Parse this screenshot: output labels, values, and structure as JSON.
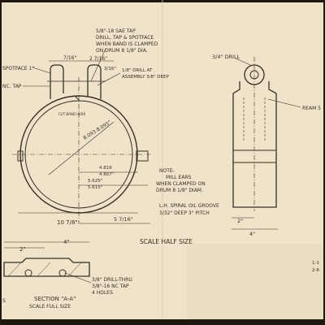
{
  "colors": {
    "paper": "#efe4c9",
    "ink": "#3b2e22",
    "border": "#20180f",
    "stain": "#e6d7b4"
  },
  "notes": {
    "tap_top_1": "5/8\"-18 SAE TAP",
    "tap_top_2": "DRILL, TAP & SPOTFACE",
    "tap_top_3": "WHEN BAND IS CLAMPED",
    "tap_top_4": "ON DRUM 8 1/8\" DIA.",
    "drill_right": "3/4\" DRILL",
    "spotface": "SPOTFACE 1\"",
    "ream": "REAM 5",
    "tap_left": "NC. TAP",
    "drill_assembly_1": "1/8\" DRILL AT",
    "drill_assembly_2": "ASSEMBLY 3/8\" DEEP",
    "cut_band": "CUT BAND HERE",
    "note_1": "NOTE-",
    "note_2": "MILL EARS",
    "note_3": "WHEN CLAMPED ON",
    "note_4": "DRUM 8 1/8\" DIAM.",
    "groove_1": "L.H. SPIRAL OIL GROOVE",
    "groove_2": "3/32\" DEEP 3\" PITCH",
    "scale_half": "SCALE HALF SIZE",
    "drill_thru_1": "3/8\" DRILL-THRU",
    "drill_thru_2": "3/8\"-16 NC TAP",
    "drill_thru_3": "4 HOLES",
    "section_title": "SECTION \"A-A\"",
    "section_scale": "SCALE FULL SIZE",
    "edge_label": "S"
  },
  "dims": {
    "d_7_16": "7/16\"",
    "d_2_7_16": "2 7/16\"",
    "d_3_16": "3/16\"",
    "d_8_bore": "8.093 8.095\"",
    "d_4_816": "4.816",
    "d_4_807": "4.807\"",
    "d_5_625": "5.625\"",
    "d_5_615": "5.615\"",
    "d_10": "10 7/8\"",
    "d_5": "5 7/16\"",
    "d_2_side": "2\"",
    "d_4_side": "4\"",
    "d_2_sec": "2\"",
    "d_4_sec": "4\"",
    "d_right_a": "1-1",
    "d_right_b": "2-6"
  }
}
